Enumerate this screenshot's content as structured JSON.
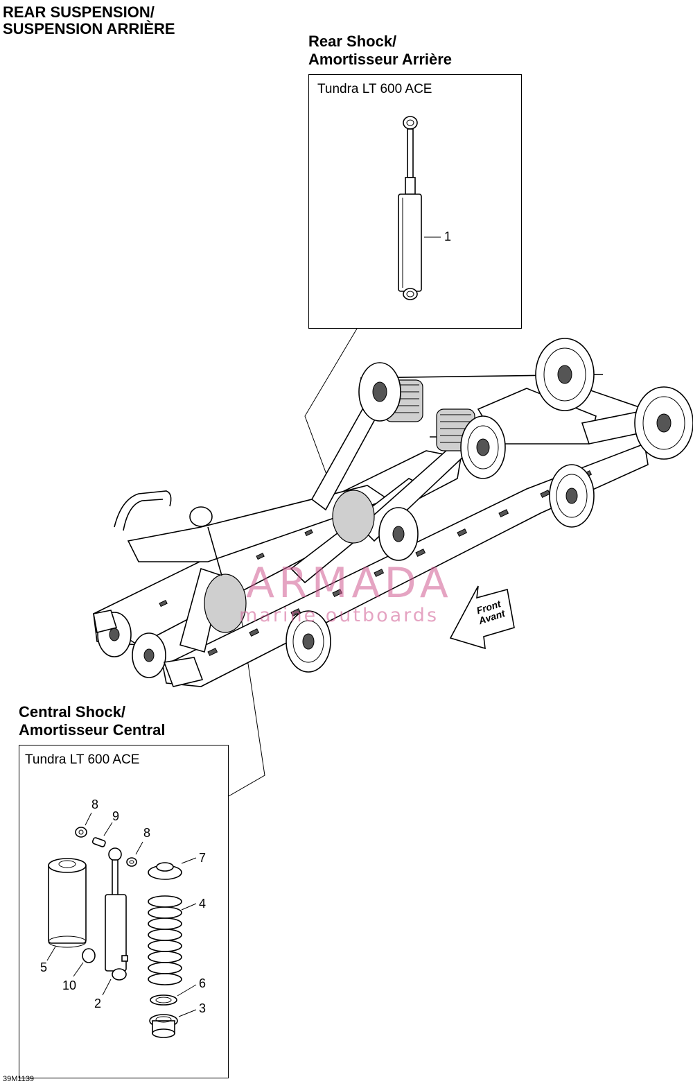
{
  "header": {
    "title_line1": "REAR SUSPENSION/",
    "title_line2": "SUSPENSION ARRIÈRE"
  },
  "rear_shock": {
    "title_line1": "Rear Shock/",
    "title_line2": "Amortisseur Arrière",
    "model": "Tundra LT 600 ACE",
    "callouts": [
      "1"
    ]
  },
  "central_shock": {
    "title_line1": "Central Shock/",
    "title_line2": "Amortisseur Central",
    "model": "Tundra LT 600 ACE",
    "callouts": [
      "8",
      "9",
      "8",
      "7",
      "4",
      "5",
      "10",
      "2",
      "6",
      "3"
    ]
  },
  "direction_arrow": {
    "line1": "Front",
    "line2": "Avant"
  },
  "watermark": {
    "brand": "ARMADA",
    "tagline": "marine outboards"
  },
  "drawing_code": "39M1139",
  "colors": {
    "watermark": "#d05a92",
    "line": "#000000"
  }
}
